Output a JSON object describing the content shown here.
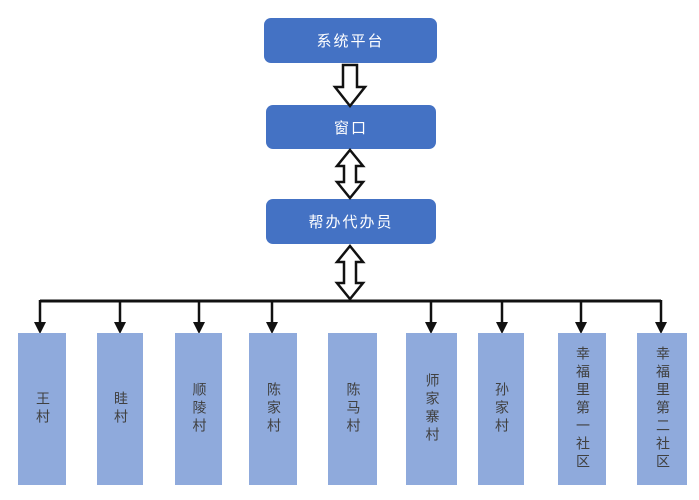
{
  "diagram": {
    "nodes": {
      "platform": "系统平台",
      "window": "窗口",
      "agent": "帮办代办员"
    },
    "villages": [
      "王村",
      "眭村",
      "顺陵村",
      "陈家村",
      "陈马村",
      "师家寨村",
      "孙家村",
      "幸福里第一社区",
      "幸福里第二社区"
    ],
    "edges": [
      {
        "from": "系统平台",
        "to": "窗口",
        "type": "one-way-down-arrow"
      },
      {
        "from": "窗口",
        "to": "帮办代办员",
        "type": "two-way-arrow"
      },
      {
        "from": "帮办代办员",
        "to": "villages",
        "type": "two-way-arrow-into-branch-tree"
      }
    ],
    "colors": {
      "node_fill": "#4472C4",
      "leaf_fill": "#8FAADC",
      "node_text": "#FFFFFF",
      "leaf_text": "#404040",
      "connector": "#111111",
      "background": "#FFFFFF"
    }
  }
}
